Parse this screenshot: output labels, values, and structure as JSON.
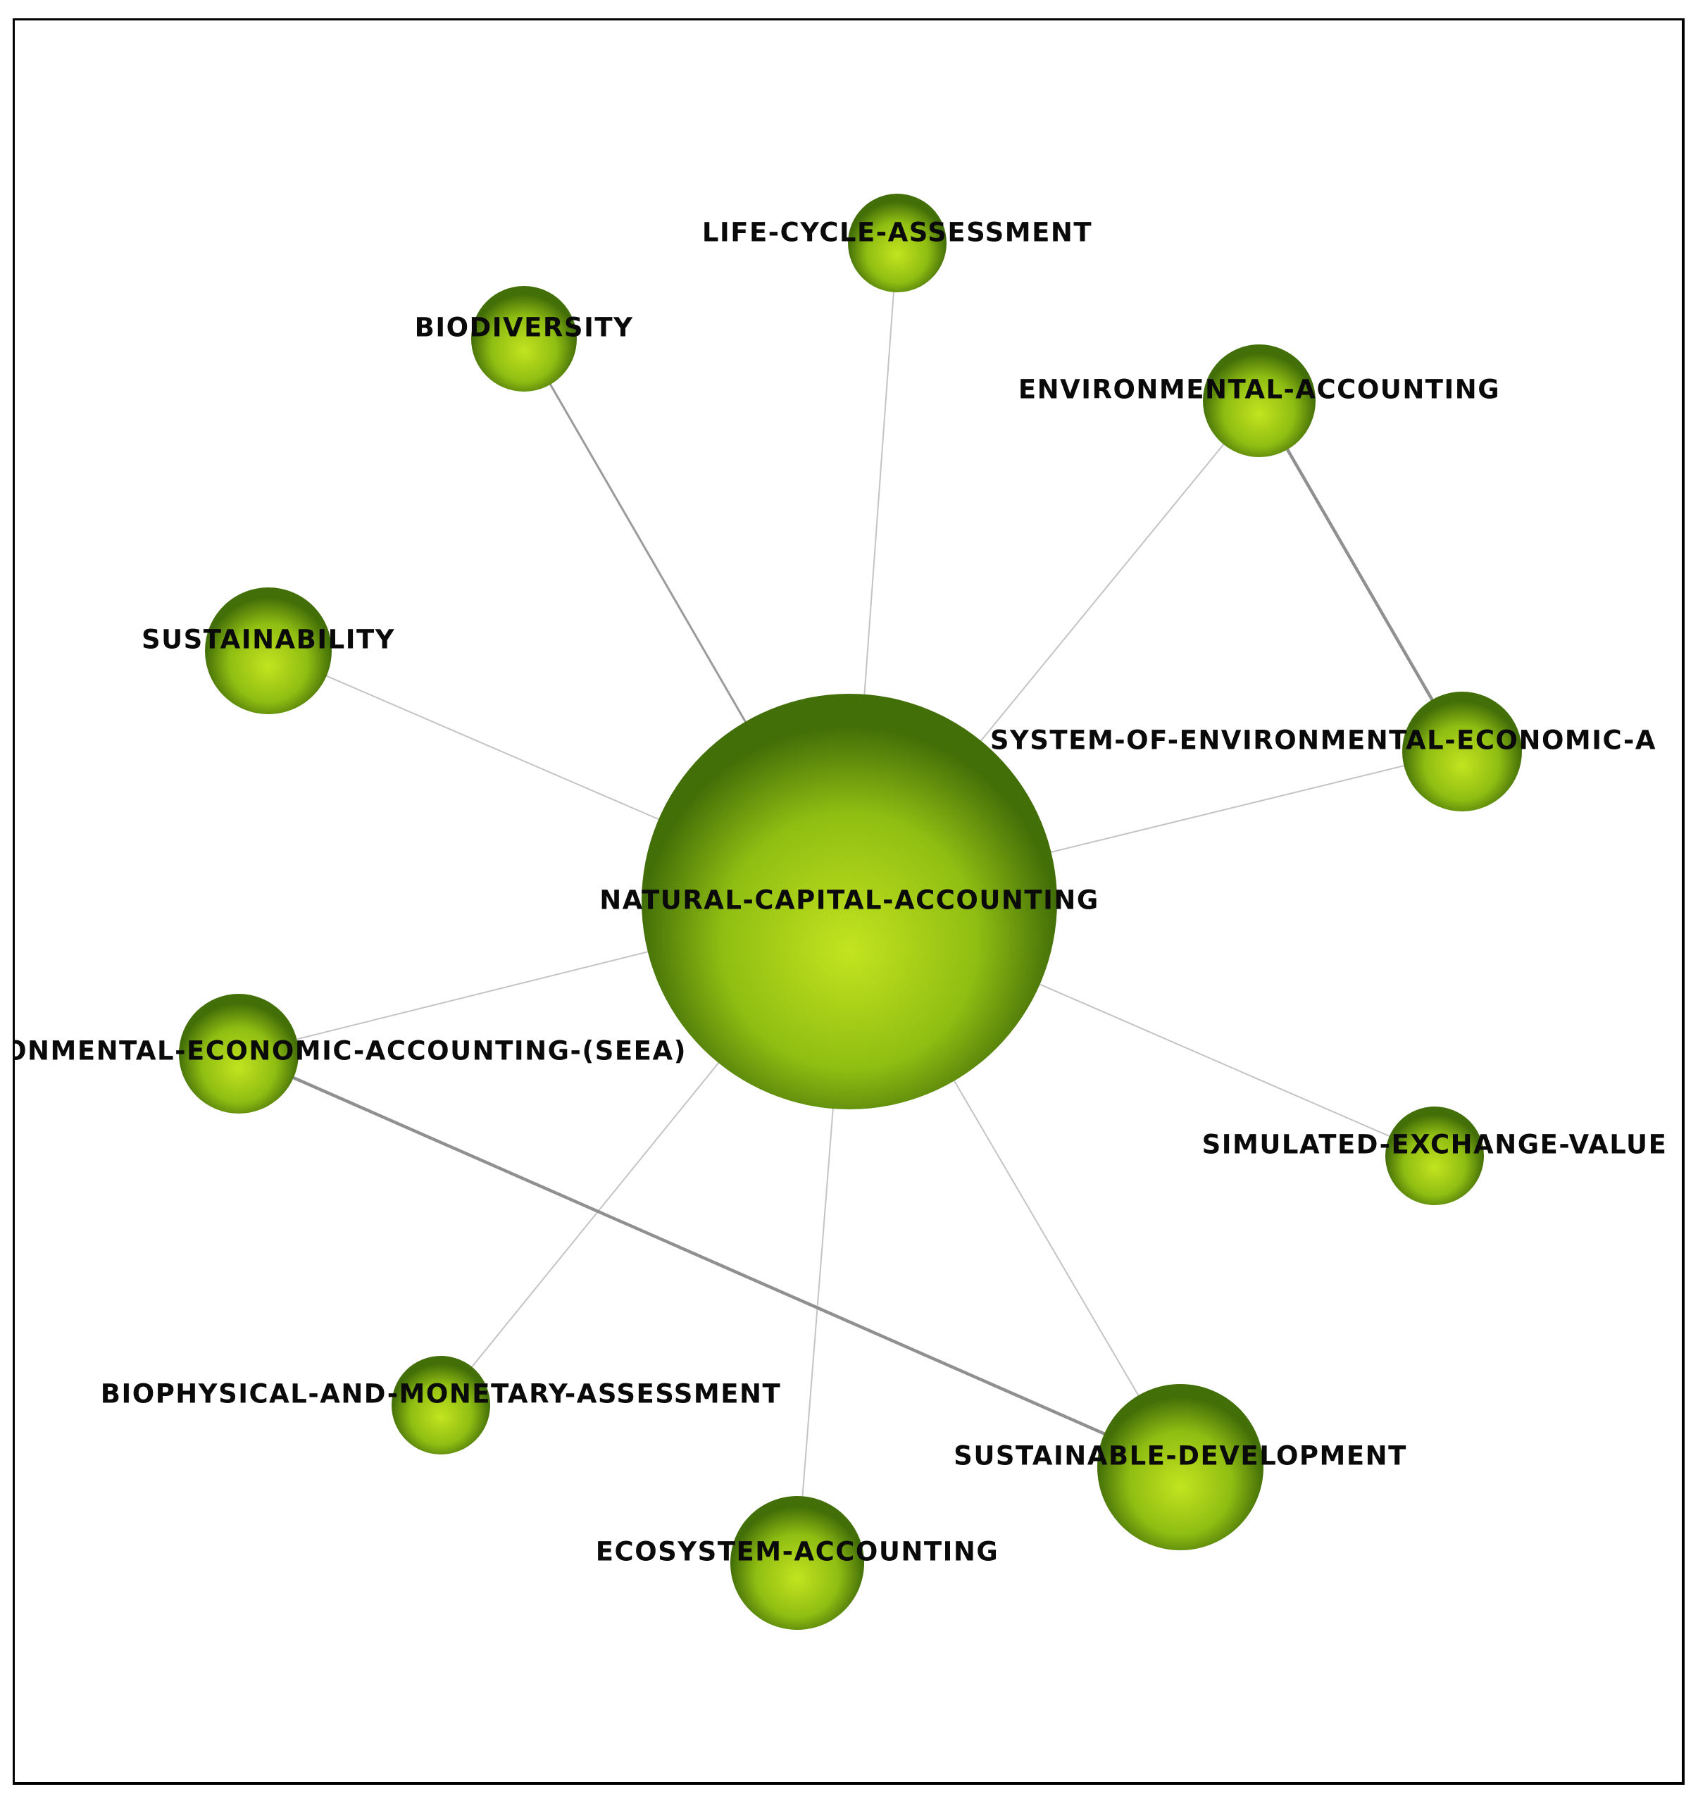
{
  "colors": {
    "node_light": "#c3e41f",
    "node_mid": "#8fbd12",
    "node_dark": "#436f08",
    "edge": "#8a8a8a",
    "label": "#0a0a0a"
  },
  "nodes": [
    {
      "id": "nca",
      "label": "NATURAL-CAPITAL-ACCOUNTING"
    },
    {
      "id": "lca",
      "label": "LIFE-CYCLE-ASSESSMENT"
    },
    {
      "id": "bio",
      "label": "BIODIVERSITY"
    },
    {
      "id": "env",
      "label": "ENVIRONMENTAL-ACCOUNTING"
    },
    {
      "id": "sus",
      "label": "SUSTAINABILITY"
    },
    {
      "id": "seea2",
      "label": "SYSTEM-OF-ENVIRONMENTAL-ECONOMIC-A"
    },
    {
      "id": "seea1",
      "label": "VIRONMENTAL-ECONOMIC-ACCOUNTING-(SEEA)"
    },
    {
      "id": "sev",
      "label": "SIMULATED-EXCHANGE-VALUE"
    },
    {
      "id": "bma",
      "label": "BIOPHYSICAL-AND-MONETARY-ASSESSMENT"
    },
    {
      "id": "sd",
      "label": "SUSTAINABLE-DEVELOPMENT"
    },
    {
      "id": "eco",
      "label": "ECOSYSTEM-ACCOUNTING"
    }
  ],
  "edges": [
    {
      "source": "nca",
      "target": "lca",
      "weight": 1
    },
    {
      "source": "nca",
      "target": "bio",
      "weight": 2
    },
    {
      "source": "nca",
      "target": "env",
      "weight": 1
    },
    {
      "source": "nca",
      "target": "sus",
      "weight": 1
    },
    {
      "source": "nca",
      "target": "seea2",
      "weight": 1
    },
    {
      "source": "nca",
      "target": "seea1",
      "weight": 1
    },
    {
      "source": "nca",
      "target": "sev",
      "weight": 1
    },
    {
      "source": "nca",
      "target": "bma",
      "weight": 1
    },
    {
      "source": "nca",
      "target": "sd",
      "weight": 1
    },
    {
      "source": "nca",
      "target": "eco",
      "weight": 1
    },
    {
      "source": "env",
      "target": "seea2",
      "weight": 3
    },
    {
      "source": "seea1",
      "target": "sd",
      "weight": 3
    }
  ]
}
